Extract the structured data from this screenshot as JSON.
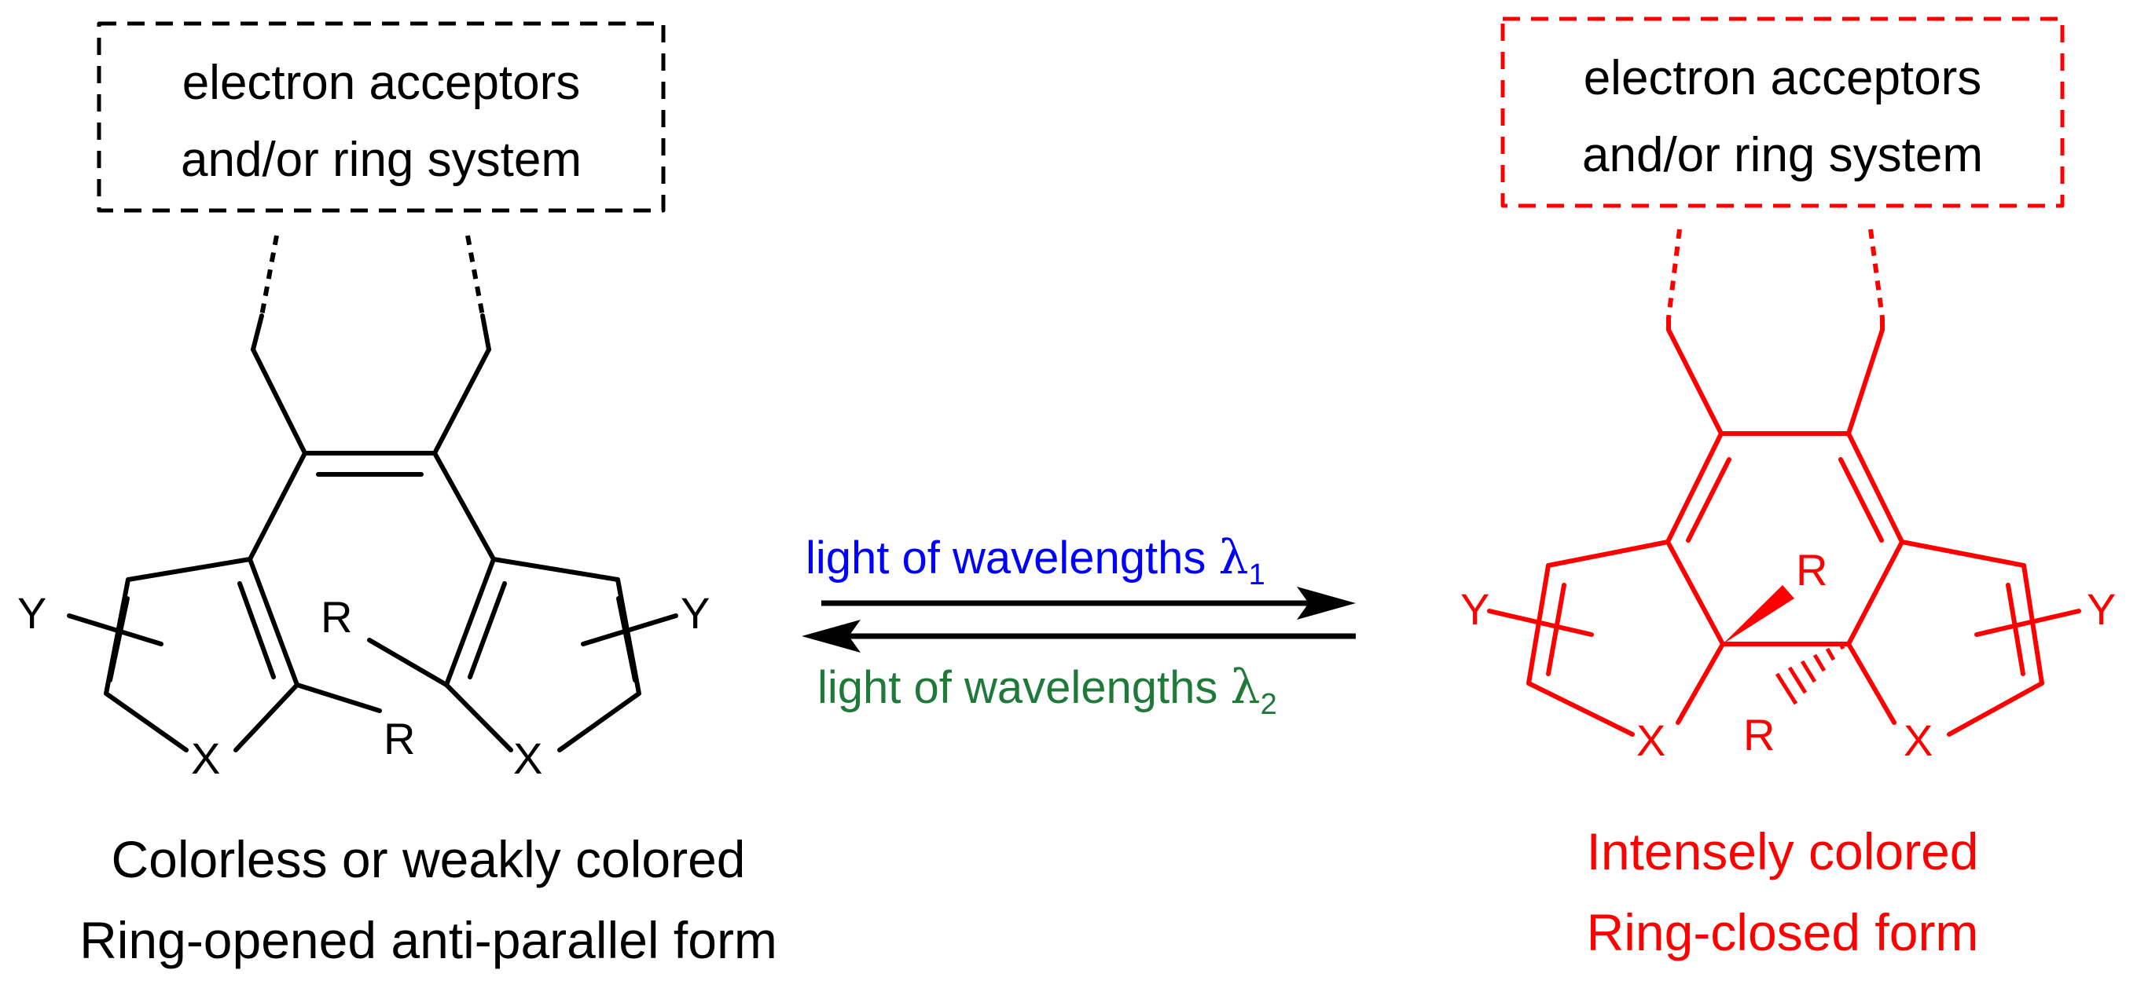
{
  "colors": {
    "left_structure": "#000000",
    "right_structure": "#ff0000",
    "arrow_top_text": "#0000ff",
    "arrow_bottom_text": "#1f7a3a"
  },
  "left": {
    "box_line1": "electron acceptors",
    "box_line2": "and/or ring system",
    "caption_line1": "Colorless or weakly colored",
    "caption_line2": "Ring-opened anti-parallel form",
    "atoms": {
      "Y_left": "Y",
      "Y_right": "Y",
      "R_left": "R",
      "R_right": "R",
      "X_left": "X",
      "X_right": "X"
    }
  },
  "right": {
    "box_line1": "electron acceptors",
    "box_line2": "and/or ring system",
    "caption_line1": "Intensely colored",
    "caption_line2": "Ring-closed form",
    "atoms": {
      "Y_left": "Y",
      "Y_right": "Y",
      "R_top": "R",
      "R_bottom": "R",
      "X_left": "X",
      "X_right": "X"
    }
  },
  "arrows": {
    "forward_text": "light of wavelengths ",
    "forward_symbol": "λ",
    "forward_sub": "1",
    "reverse_text": "light of wavelengths ",
    "reverse_symbol": "λ",
    "reverse_sub": "2"
  }
}
